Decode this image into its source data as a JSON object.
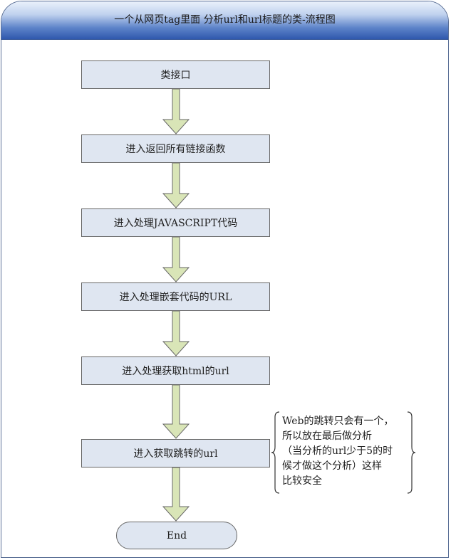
{
  "title": "一个从网页tag里面 分析url和url标题的类-流程图",
  "steps": [
    "类接口",
    "进入返回所有链接函数",
    "进入处理JAVASCRIPT代码",
    "进入处理嵌套代码的URL",
    "进入处理获取html的url",
    "进入获取跳转的url"
  ],
  "end_label": "End",
  "note": {
    "lines": [
      "Web的跳转只会有一个，",
      "所以放在最后做分析",
      "（当分析的url少于5的时",
      "候才做这个分析）这样",
      "比较安全"
    ]
  },
  "colors": {
    "header_dark": "#2f58ad",
    "box_fill": "#dfe6f1",
    "arrow_fill": "#d9e5b7",
    "outline": "#666666"
  }
}
